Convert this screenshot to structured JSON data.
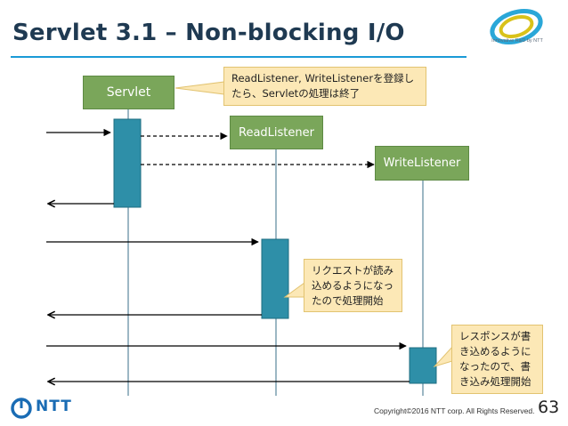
{
  "slide": {
    "title": "Servlet 3.1 – Non-blocking I/O",
    "logo_tagline": "Innovative R&D by NTT",
    "page_number": "63",
    "copyright": "Copyright©2016  NTT corp. All Rights Reserved.",
    "company_logo_text": "NTT"
  },
  "diagram": {
    "participants": [
      {
        "id": "servlet",
        "label": "Servlet"
      },
      {
        "id": "read",
        "label": "ReadListener"
      },
      {
        "id": "write",
        "label": "WriteListener"
      }
    ],
    "callouts": [
      {
        "id": "register",
        "text": "ReadListener, WriteListenerを登録し\nたら、Servletの処理は終了"
      },
      {
        "id": "read_ready",
        "text": "リクエストが読み\n込めるようになっ\nたので処理開始"
      },
      {
        "id": "write_ready",
        "text": "レスポンスが書\nき込めるように\nなったので、書\nき込み処理開始"
      }
    ],
    "colors": {
      "participant_box": "#7aa65a",
      "activation": "#2e8fa8",
      "callout_fill": "#fce8b6",
      "title_rule": "#1a9ad6",
      "title_text": "#1f3a52"
    }
  }
}
